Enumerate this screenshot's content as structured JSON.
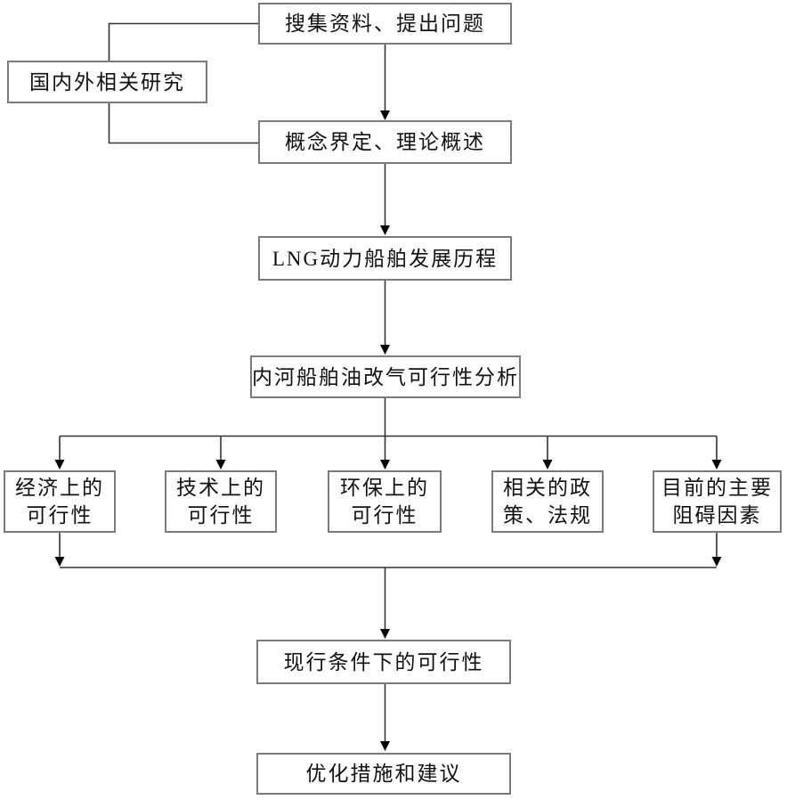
{
  "diagram": {
    "type": "flowchart",
    "background": "#ffffff",
    "colors": {
      "box_fill": "#ffffff",
      "box_border": "#7b7b7b",
      "connector": "#333333",
      "arrowhead": "#000000",
      "text": "#111111"
    },
    "nodes": {
      "collect": {
        "lines": [
          "搜集资料、提出问题"
        ]
      },
      "research": {
        "lines": [
          "国内外相关研究"
        ]
      },
      "concept": {
        "lines": [
          "概念界定、理论概述"
        ]
      },
      "lng": {
        "lines": [
          "LNG动力船舶发展历程"
        ]
      },
      "feasibility": {
        "lines": [
          "内河船舶油改气可行性分析"
        ]
      },
      "economic": {
        "lines": [
          "经济上的",
          "可行性"
        ]
      },
      "technical": {
        "lines": [
          "技术上的",
          "可行性"
        ]
      },
      "environment": {
        "lines": [
          "环保上的",
          "可行性"
        ]
      },
      "policy": {
        "lines": [
          "相关的政",
          "策、法规"
        ]
      },
      "obstacle": {
        "lines": [
          "目前的主要",
          "阻碍因素"
        ]
      },
      "current": {
        "lines": [
          "现行条件下的可行性"
        ]
      },
      "optimize": {
        "lines": [
          "优化措施和建议"
        ]
      }
    },
    "edges": [
      {
        "from": "collect",
        "to": "research",
        "arrowhead": false
      },
      {
        "from": "research",
        "to": "concept",
        "arrowhead": false
      },
      {
        "from": "collect",
        "to": "concept",
        "arrowhead": true
      },
      {
        "from": "concept",
        "to": "lng",
        "arrowhead": true
      },
      {
        "from": "lng",
        "to": "feasibility",
        "arrowhead": true
      },
      {
        "from": "feasibility",
        "to": "economic",
        "arrowhead": true
      },
      {
        "from": "feasibility",
        "to": "technical",
        "arrowhead": true
      },
      {
        "from": "feasibility",
        "to": "environment",
        "arrowhead": true
      },
      {
        "from": "feasibility",
        "to": "policy",
        "arrowhead": true
      },
      {
        "from": "feasibility",
        "to": "obstacle",
        "arrowhead": true
      },
      {
        "from": "economic",
        "to": "current",
        "arrowhead": true
      },
      {
        "from": "obstacle",
        "to": "current",
        "arrowhead": true
      },
      {
        "from": "current",
        "to": "optimize",
        "arrowhead": true
      }
    ]
  }
}
